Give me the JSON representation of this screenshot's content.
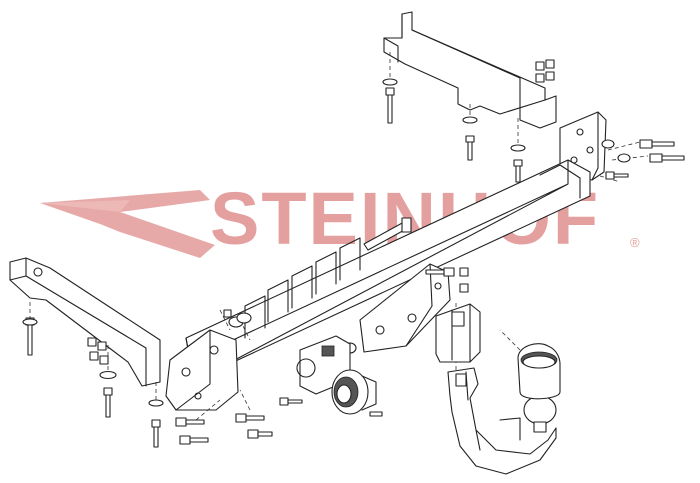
{
  "watermark": {
    "brand": "STEINHOF",
    "registered_mark": "®",
    "color": "#e3a09e"
  },
  "diagram": {
    "line_color": "#222222",
    "parts": [
      "cross-beam",
      "left-side-bracket",
      "right-side-bracket",
      "left-chassis-plate",
      "right-chassis-plate",
      "tow-ball-neck",
      "tow-ball",
      "ball-cover",
      "electrical-socket",
      "socket-plate",
      "bolts",
      "nuts",
      "washers"
    ]
  }
}
